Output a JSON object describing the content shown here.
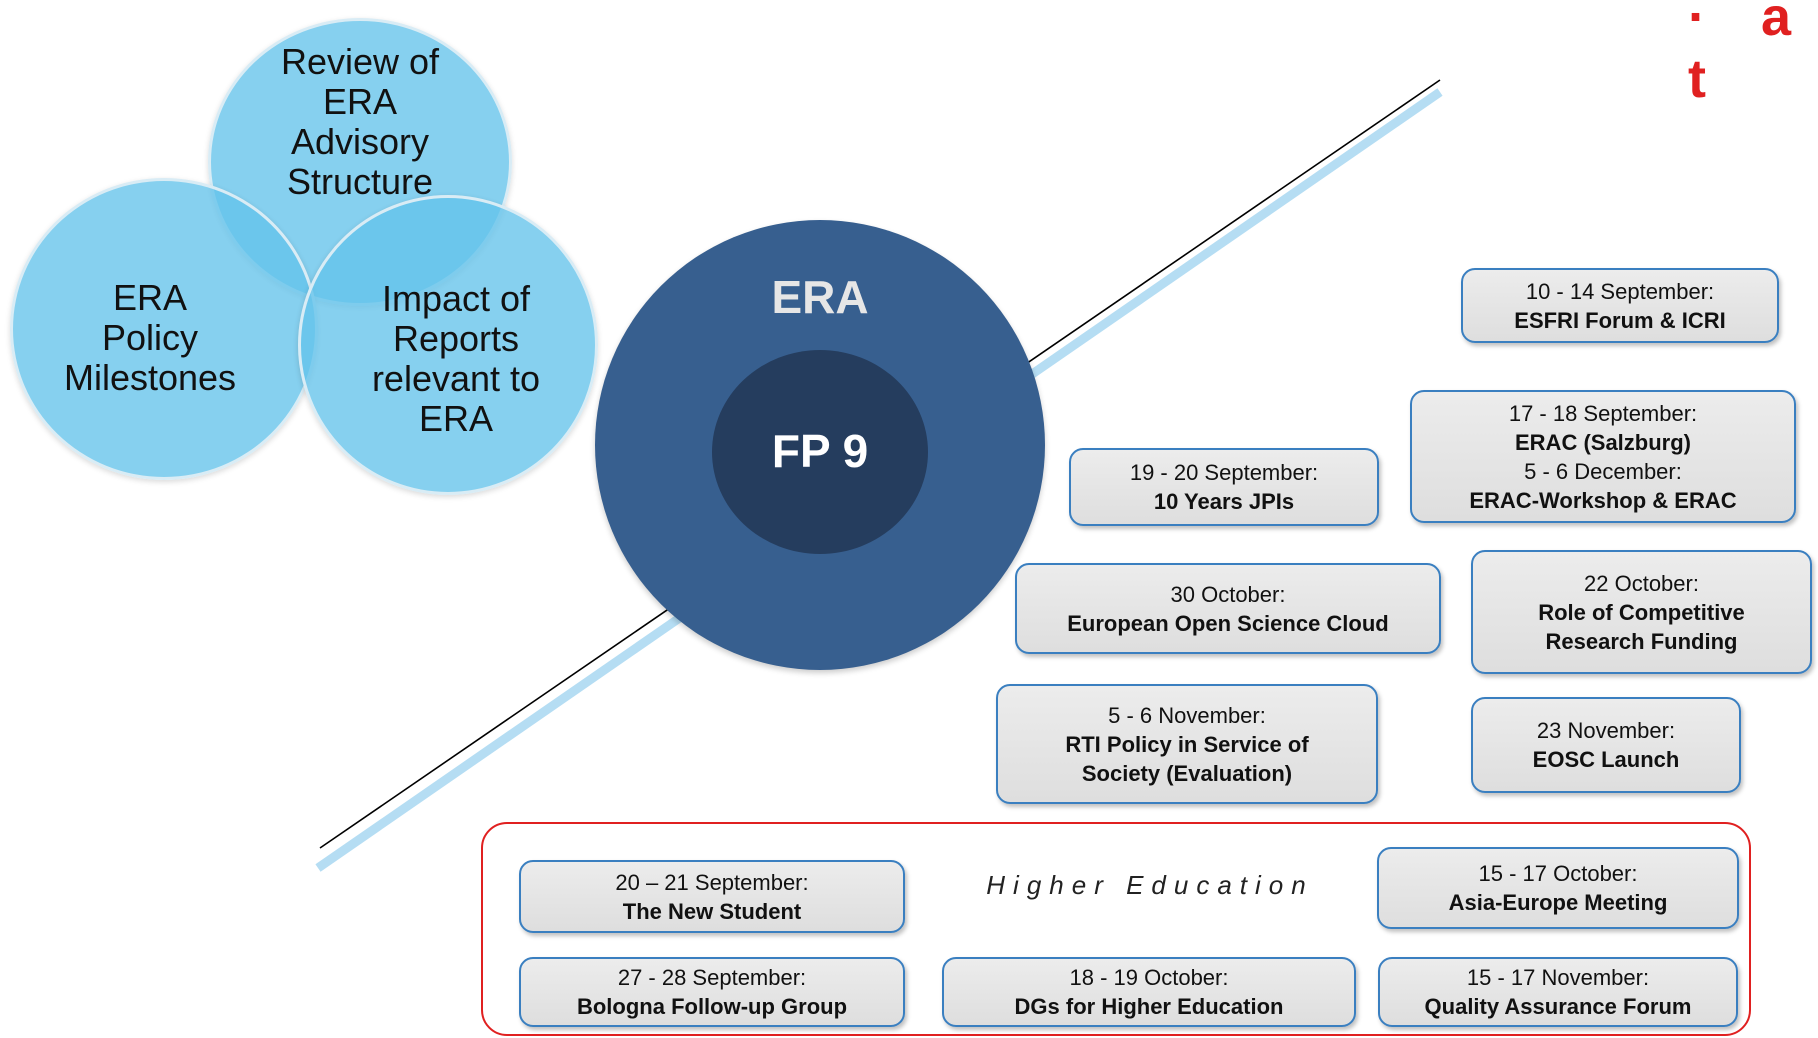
{
  "logo": {
    "text": "· a t"
  },
  "venn": {
    "top": "Review of\nERA\nAdvisory\nStructure",
    "left": "ERA\nPolicy\nMilestones",
    "right": "Impact of\nReports\nrelevant to\nERA"
  },
  "center": {
    "outer_label": "ERA",
    "inner_label": "FP 9"
  },
  "events": [
    {
      "date": "10 - 14 September:",
      "title": "ESFRI Forum & ICRI"
    },
    {
      "date": "17 - 18 September:",
      "title": "ERAC (Salzburg)",
      "date2": "5 - 6 December:",
      "title2": "ERAC-Workshop & ERAC"
    },
    {
      "date": "19 - 20 September:",
      "title": "10 Years JPIs"
    },
    {
      "date": "30 October:",
      "title": "European Open Science Cloud"
    },
    {
      "date": "22 October:",
      "title": "Role of Competitive Research Funding"
    },
    {
      "date": "5 - 6 November:",
      "title": "RTI Policy in Service of Society (Evaluation)"
    },
    {
      "date": "23 November:",
      "title": "EOSC Launch"
    }
  ],
  "higher_education": {
    "label": "Higher Education",
    "events": [
      {
        "date": "20 – 21 September:",
        "title": "The New Student"
      },
      {
        "date": "15 - 17 October:",
        "title": "Asia-Europe Meeting"
      },
      {
        "date": "27 - 28 September:",
        "title": "Bologna Follow-up Group"
      },
      {
        "date": "18 - 19 October:",
        "title": "DGs for Higher Education"
      },
      {
        "date": "15 - 17 November:",
        "title": "Quality Assurance Forum"
      }
    ]
  },
  "colors": {
    "light_blue": "#64c3ea",
    "era_blue": "#375f8f",
    "fp9_blue": "#253d5e",
    "accent_red": "#e02020",
    "box_border": "#3a7fc0"
  }
}
